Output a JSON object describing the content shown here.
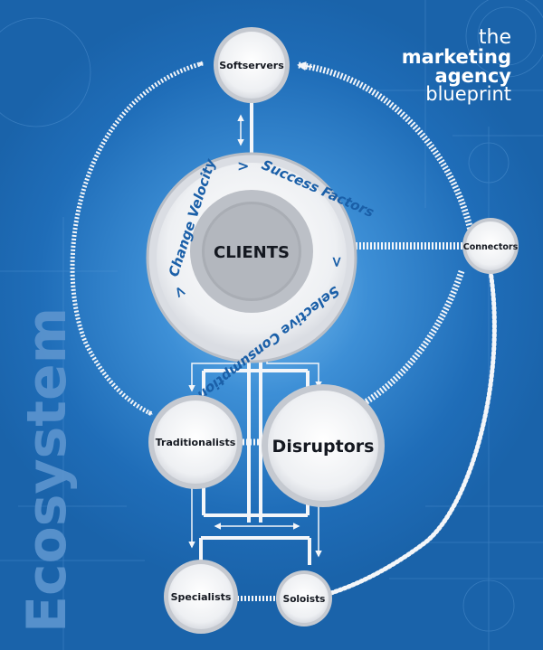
{
  "brand": {
    "line1": "the",
    "line2": "marketing",
    "line3": "agency",
    "line4": "blueprint"
  },
  "side_title": "Ecosystem",
  "center": {
    "label": "CLIENTS",
    "ring_labels": {
      "change_velocity": "Change Velocity",
      "success_factors": "Success Factors",
      "selective_consumption": "Selective Consumption",
      "sep1": ">",
      "sep2": ">",
      "sep3": ">"
    }
  },
  "nodes": {
    "softservers": "Softservers",
    "connectors": "Connectors",
    "traditionalists": "Traditionalists",
    "disruptors": "Disruptors",
    "specialists": "Specialists",
    "soloists": "Soloists"
  },
  "colors": {
    "background": "#1f6db8",
    "glow": "#63b2ee",
    "node_fill": "#e9ebef",
    "node_ring": "#c5c9d0",
    "inner_gray": "#a9adb4",
    "text_dark": "#141820",
    "ring_text": "#1a5fa8",
    "line_white": "#f4f6f9"
  }
}
